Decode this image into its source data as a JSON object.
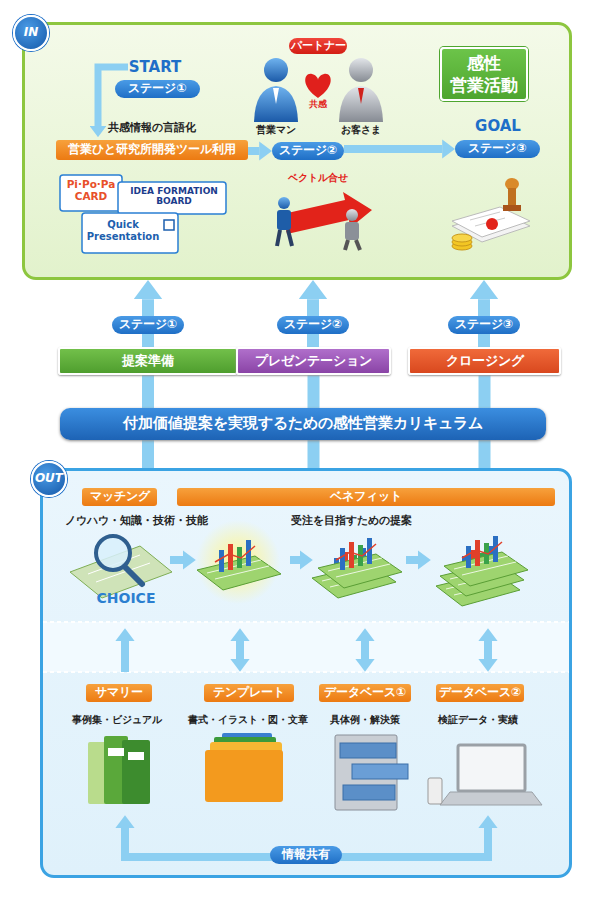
{
  "diagram": {
    "nodes": [
      {
        "text": [
          "IN"
        ]
      },
      {
        "text": [
          "ステージ①"
        ],
        "in": 0
      },
      {
        "text": [
          "営業ひと研究所開発ツール利用"
        ],
        "in": 0
      },
      {
        "text": [
          "パートナー"
        ],
        "in": 0
      },
      {
        "text": [
          "ステージ②"
        ],
        "in": 0
      },
      {
        "text": [
          "感性 営業活動"
        ],
        "in": 0
      },
      {
        "text": [
          "ステージ③"
        ],
        "in": 0
      },
      {
        "text": [
          "ステージ①"
        ]
      },
      {
        "text": [
          "ステージ②"
        ]
      },
      {
        "text": [
          "ステージ③"
        ]
      },
      {
        "text": [
          "提案準備"
        ]
      },
      {
        "text": [
          "プレゼンテーション"
        ]
      },
      {
        "text": [
          "クロージング"
        ]
      },
      {
        "text": [
          "付加価値提案を実現するための感性営業カリキュラム"
        ]
      },
      {
        "text": [
          "OUT"
        ]
      },
      {
        "text": [
          "マッチング"
        ],
        "in": 14
      },
      {
        "text": [
          "ベネフィット"
        ],
        "in": 14
      },
      {
        "text": [
          "サマリー"
        ],
        "in": 14
      },
      {
        "text": [
          "テンプレート"
        ],
        "in": 14
      },
      {
        "text": [
          "データベース①"
        ],
        "in": 14
      },
      {
        "text": [
          "データベース②"
        ],
        "in": 14
      },
      {
        "text": [
          "情報共有"
        ],
        "in": 14
      }
    ],
    "edges": [
      {
        "from": 2,
        "to": 4,
        "arrow": "to"
      },
      {
        "from": 4,
        "to": 6,
        "arrow": "to"
      },
      {
        "from": 7,
        "to": 0,
        "arrow": "to"
      },
      {
        "from": 8,
        "to": 0,
        "arrow": "to"
      },
      {
        "from": 9,
        "to": 0,
        "arrow": "to"
      },
      {
        "from": 10,
        "to": 7,
        "arrow": "none"
      },
      {
        "from": 11,
        "to": 8,
        "arrow": "none"
      },
      {
        "from": 12,
        "to": 9,
        "arrow": "none"
      },
      {
        "from": 14,
        "to": 10,
        "arrow": "none"
      },
      {
        "from": 14,
        "to": 11,
        "arrow": "none"
      },
      {
        "from": 14,
        "to": 12,
        "arrow": "none"
      }
    ],
    "labels": [
      "START",
      "共感情報の言語化",
      "Pi·Po·Pa CARD",
      "IDEA FORMATION BOARD",
      "Quick Presentation",
      "共感",
      "営業マン",
      "お客さま",
      "ベクトル合せ",
      "GOAL",
      "ノウハウ・知識・技術・技能",
      "CHOICE",
      "受注を目指すための提案",
      "事例集・ビジュアル",
      "書式・イラスト・図・文章",
      "具体例・解決策",
      "検証データ・実績"
    ]
  }
}
